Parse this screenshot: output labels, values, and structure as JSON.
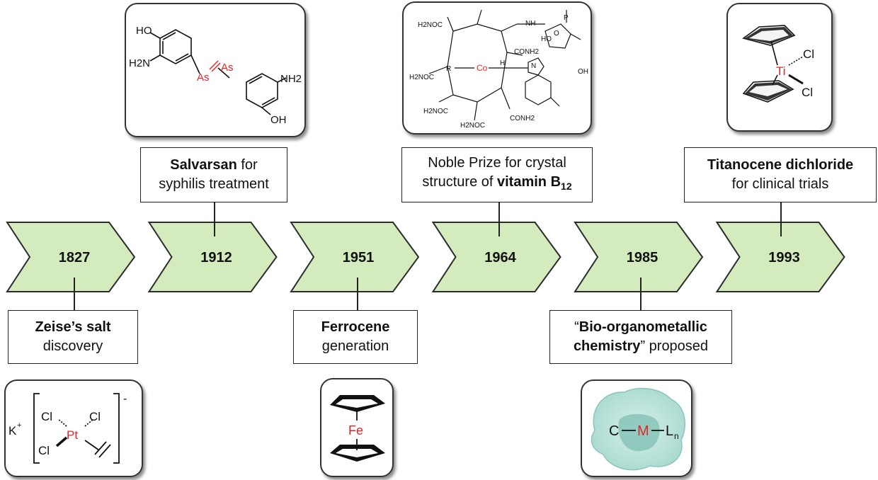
{
  "years": [
    "1827",
    "1912",
    "1951",
    "1964",
    "1985",
    "1993"
  ],
  "events": {
    "zeise": {
      "bold": "Zeise’s salt",
      "rest": "discovery"
    },
    "salvarsan": {
      "bold": "Salvarsan",
      "after": " for",
      "line2": "syphilis treatment"
    },
    "ferrocene": {
      "bold": "Ferrocene",
      "rest": "generation"
    },
    "b12": {
      "line1": "Noble Prize for crystal",
      "pre": "structure of ",
      "bold": "vitamin B",
      "sub": "12"
    },
    "bioorg": {
      "q1": "“",
      "bold1": "Bio-organometallic",
      "bold2": "chemistry",
      "rest": "” proposed"
    },
    "titanocene": {
      "bold": "Titanocene dichloride",
      "rest": "for clinical trials"
    }
  },
  "structures": {
    "zeise": {
      "cation": "K",
      "charge_pos": "+",
      "metal": "Pt",
      "ligand1": "Cl",
      "ligand2": "Cl",
      "ligand3": "Cl",
      "charge_neg": "-"
    },
    "salvarsan": {
      "oh1": "HO",
      "nh2a": "H2N",
      "as1": "As",
      "as2": "As",
      "nh2b": "NH2",
      "oh2": "OH"
    },
    "ferrocene": {
      "metal": "Fe"
    },
    "b12": {
      "metal": "Co",
      "r": "R",
      "amide": "H2NOC",
      "conh2": "CONH2",
      "ho": "HO",
      "oh": "OH",
      "nh": "NH",
      "h": "H",
      "p": "P",
      "n": "N",
      "o": "O"
    },
    "bioorg": {
      "c": "C",
      "m": "M",
      "l": "L",
      "n": "n"
    },
    "titanocene": {
      "metal": "Ti",
      "cl1": "Cl",
      "cl2": "Cl"
    }
  },
  "colors": {
    "arrow_fill": "#d4ebbe",
    "arrow_stroke": "#2c2c2c",
    "metal_red": "#e0262a",
    "cell": "#bfe3dc"
  }
}
